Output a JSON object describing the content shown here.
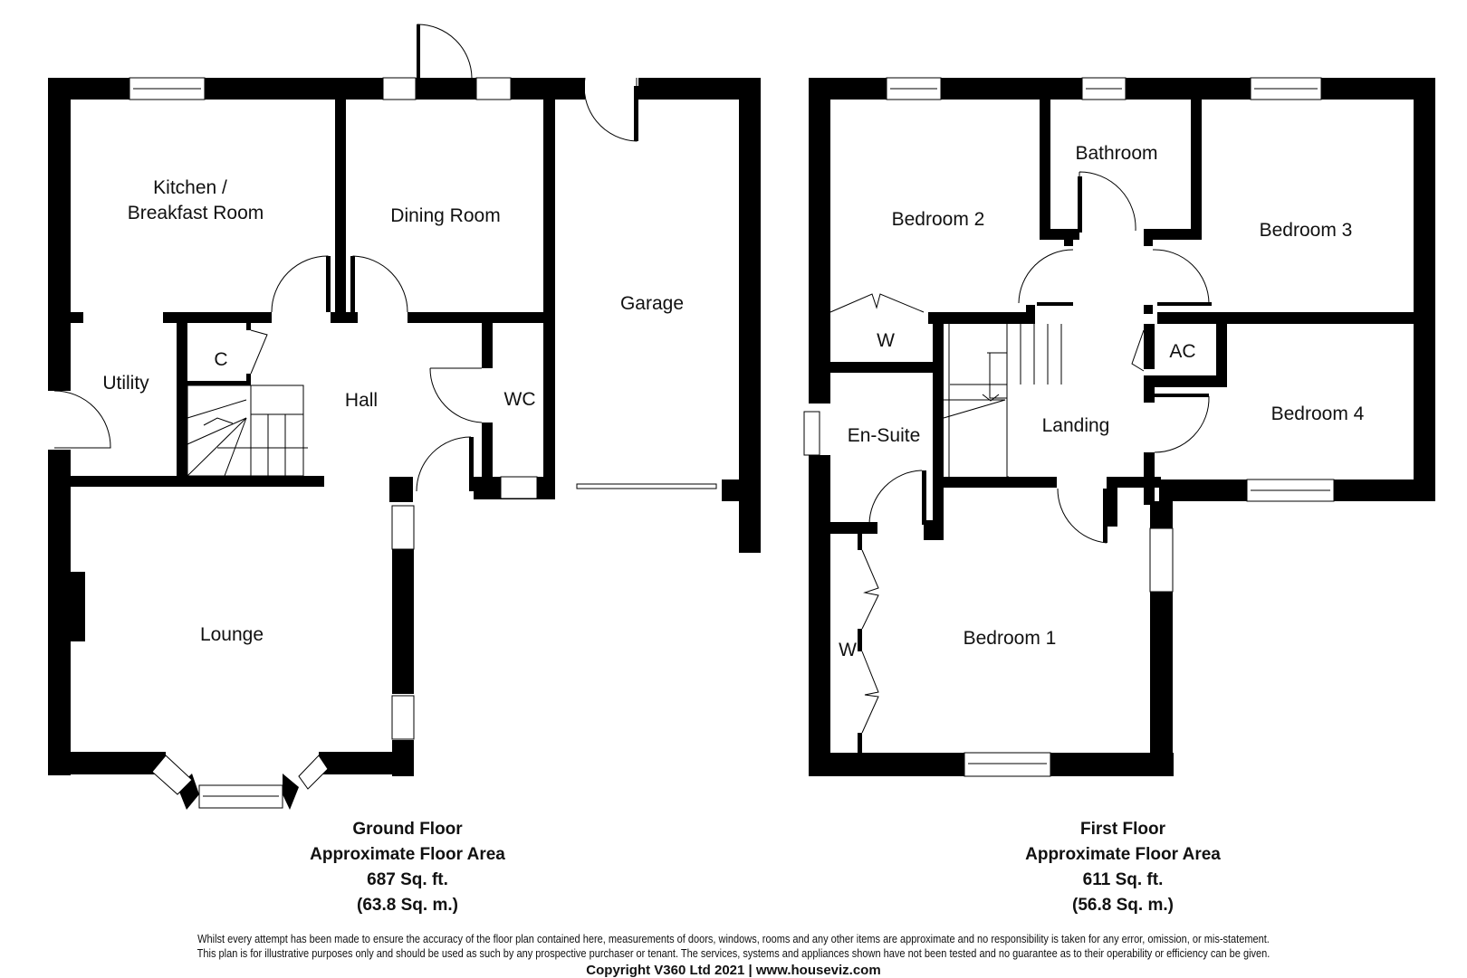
{
  "ground_floor": {
    "rooms": {
      "kitchen_line1": "Kitchen /",
      "kitchen_line2": "Breakfast Room",
      "dining": "Dining Room",
      "garage": "Garage",
      "utility": "Utility",
      "cupboard": "C",
      "hall": "Hall",
      "wc": "WC",
      "lounge": "Lounge"
    },
    "caption": {
      "title": "Ground Floor",
      "subtitle": "Approximate Floor Area",
      "sqft": "687 Sq. ft.",
      "sqm": "(63.8 Sq. m.)"
    }
  },
  "first_floor": {
    "rooms": {
      "bedroom2": "Bedroom 2",
      "bathroom": "Bathroom",
      "bedroom3": "Bedroom 3",
      "wardrobe_top": "W",
      "airing_cupboard": "AC",
      "ensuite": "En-Suite",
      "landing": "Landing",
      "bedroom4": "Bedroom 4",
      "bedroom1": "Bedroom 1",
      "wardrobe_bed1": "W"
    },
    "caption": {
      "title": "First Floor",
      "subtitle": "Approximate Floor Area",
      "sqft": "611 Sq. ft.",
      "sqm": "(56.8 Sq. m.)"
    }
  },
  "footer": {
    "disclaimer_line1": "Whilst every attempt has been made to ensure the accuracy of the floor plan contained here, measurements of doors, windows, rooms and any other items are approximate and no responsibility is taken for any error, omission, or mis-statement.",
    "disclaimer_line2": "This plan is for illustrative purposes only and should be used as such by any prospective purchaser or tenant. The services, systems and appliances shown have not been tested and no guarantee as to their operability or efficiency can be given.",
    "copyright": "Copyright V360 Ltd 2021 | www.houseviz.com"
  }
}
